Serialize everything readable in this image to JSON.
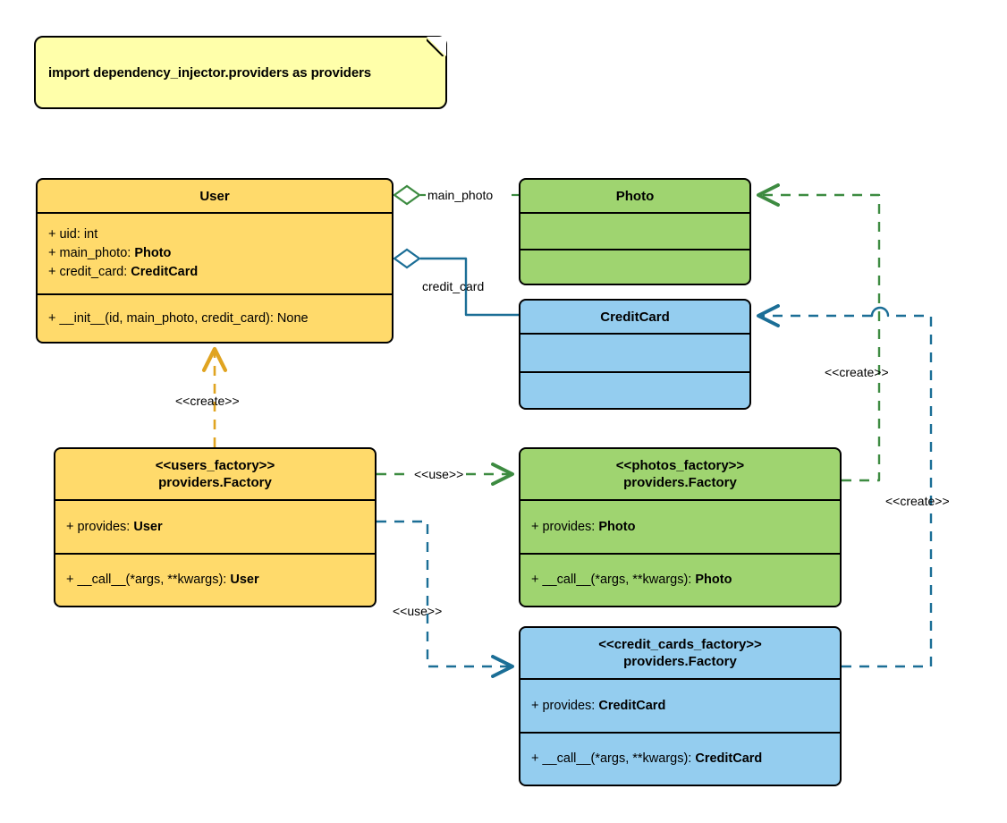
{
  "diagram": {
    "title": "Dependency Injector providers UML class diagram",
    "type": "uml-class-diagram",
    "colors": {
      "yellow_fill": "#ffda6b",
      "green_fill": "#9fd470",
      "blue_fill": "#94cdef",
      "note_fill": "#ffffaa",
      "border": "#000000",
      "green_edge": "#3d8b41",
      "blue_edge": "#1b6e96",
      "orange_edge": "#e0a421"
    }
  },
  "note": {
    "text": "import dependency_injector.providers as providers"
  },
  "classes": {
    "user": {
      "name": "User",
      "stereotype": "",
      "attributes": [
        {
          "text": "+ uid: int",
          "plain": "+ uid: ",
          "bold": ""
        },
        {
          "text": "+ main_photo: Photo"
        },
        {
          "text": "+ credit_card: CreditCard"
        }
      ],
      "methods": [
        {
          "text": "+ __init__(id, main_photo, credit_card): None"
        }
      ]
    },
    "photo": {
      "name": "Photo",
      "stereotype": "",
      "attributes": [],
      "methods": []
    },
    "credit_card": {
      "name": "CreditCard",
      "stereotype": "",
      "attributes": [],
      "methods": []
    },
    "users_factory": {
      "stereotype": "<<users_factory>>",
      "name": "providers.Factory",
      "attributes": [
        {
          "text": "+ provides: User"
        }
      ],
      "methods": [
        {
          "text": "+ __call__(*args, **kwargs): User"
        }
      ]
    },
    "photos_factory": {
      "stereotype": "<<photos_factory>>",
      "name": "providers.Factory",
      "attributes": [
        {
          "text": "+ provides: Photo"
        }
      ],
      "methods": [
        {
          "text": "+ __call__(*args, **kwargs): Photo"
        }
      ]
    },
    "credit_cards_factory": {
      "stereotype": "<<credit_cards_factory>>",
      "name": "providers.Factory",
      "attributes": [
        {
          "text": "+ provides: CreditCard"
        }
      ],
      "methods": [
        {
          "text": "+ __call__(*args, **kwargs): CreditCard"
        }
      ]
    }
  },
  "edges": {
    "main_photo_label": "main_photo",
    "credit_card_label": "credit_card",
    "create_user_label": "<<create>>",
    "use_photos_label": "<<use>>",
    "use_credit_cards_label": "<<use>>",
    "create_photo_label": "<<create>>",
    "create_credit_card_label": "<<create>>"
  }
}
